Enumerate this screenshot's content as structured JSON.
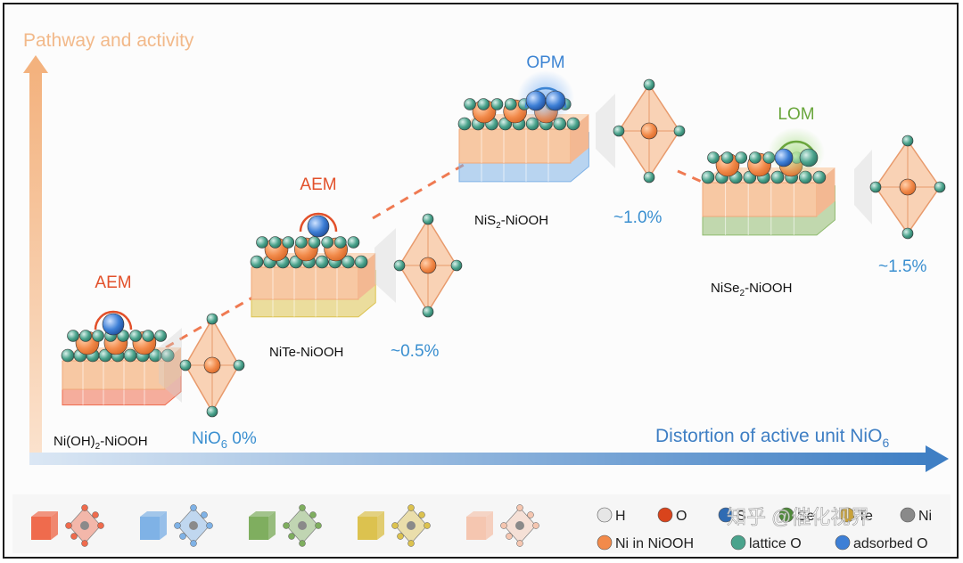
{
  "axis": {
    "y_label": "Pathway and activity",
    "x_label_main": "Distortion of active unit NiO",
    "x_label_sub": "6"
  },
  "colors": {
    "y_axis": "#f2b98a",
    "x_axis": "#3f7fc4",
    "ni": "#f28a4a",
    "lattice_o": "#4aa38c",
    "adsorbed_o": "#3d7fd6",
    "aem": "#e2502a",
    "opm": "#3c84d3",
    "lom": "#6aa63c",
    "distortion_text": "#3a8fd0",
    "slab_top": "#f7c8a3"
  },
  "stages": [
    {
      "label_main": "Ni(OH)",
      "label_sub": "2",
      "label_tail": "-NiOOH",
      "mech": "AEM",
      "distortion_main": "NiO",
      "distortion_sub": "6",
      "distortion_tail": " 0%",
      "sub_color": "#ef6b4d"
    },
    {
      "label_main": "NiTe-NiOOH",
      "label_sub": "",
      "label_tail": "",
      "mech": "AEM",
      "distortion_main": "~0.5%",
      "distortion_sub": "",
      "distortion_tail": "",
      "sub_color": "#dcc24f"
    },
    {
      "label_main": "NiS",
      "label_sub": "2",
      "label_tail": "-NiOOH",
      "mech": "OPM",
      "distortion_main": "~1.0%",
      "distortion_sub": "",
      "distortion_tail": "",
      "sub_color": "#7fb2e6"
    },
    {
      "label_main": "NiSe",
      "label_sub": "2",
      "label_tail": "-NiOOH",
      "mech": "LOM",
      "distortion_main": "~1.5%",
      "distortion_sub": "",
      "distortion_tail": "",
      "sub_color": "#8fba6e"
    }
  ],
  "legend": {
    "atoms": [
      {
        "label": "H",
        "color": "#e6e6e6"
      },
      {
        "label": "O",
        "color": "#d9441c"
      },
      {
        "label": "S",
        "color": "#2f6bb3"
      },
      {
        "label": "Se",
        "color": "#4f8a3a"
      },
      {
        "label": "Te",
        "color": "#c9a23a"
      },
      {
        "label": "Ni",
        "color": "#8a8a8a"
      }
    ],
    "atoms2": [
      {
        "label": "Ni in NiOOH",
        "color": "#f28a4a"
      },
      {
        "label": "lattice O",
        "color": "#4aa38c"
      },
      {
        "label": "adsorbed O",
        "color": "#3d7fd6"
      }
    ],
    "blocks": [
      {
        "color": "#ef6b4d"
      },
      {
        "color": "#7fb2e6"
      },
      {
        "color": "#7fae5f"
      },
      {
        "color": "#dcc24f"
      },
      {
        "color": "#f5c6b0"
      }
    ]
  },
  "watermark": "知乎 @催化视界"
}
